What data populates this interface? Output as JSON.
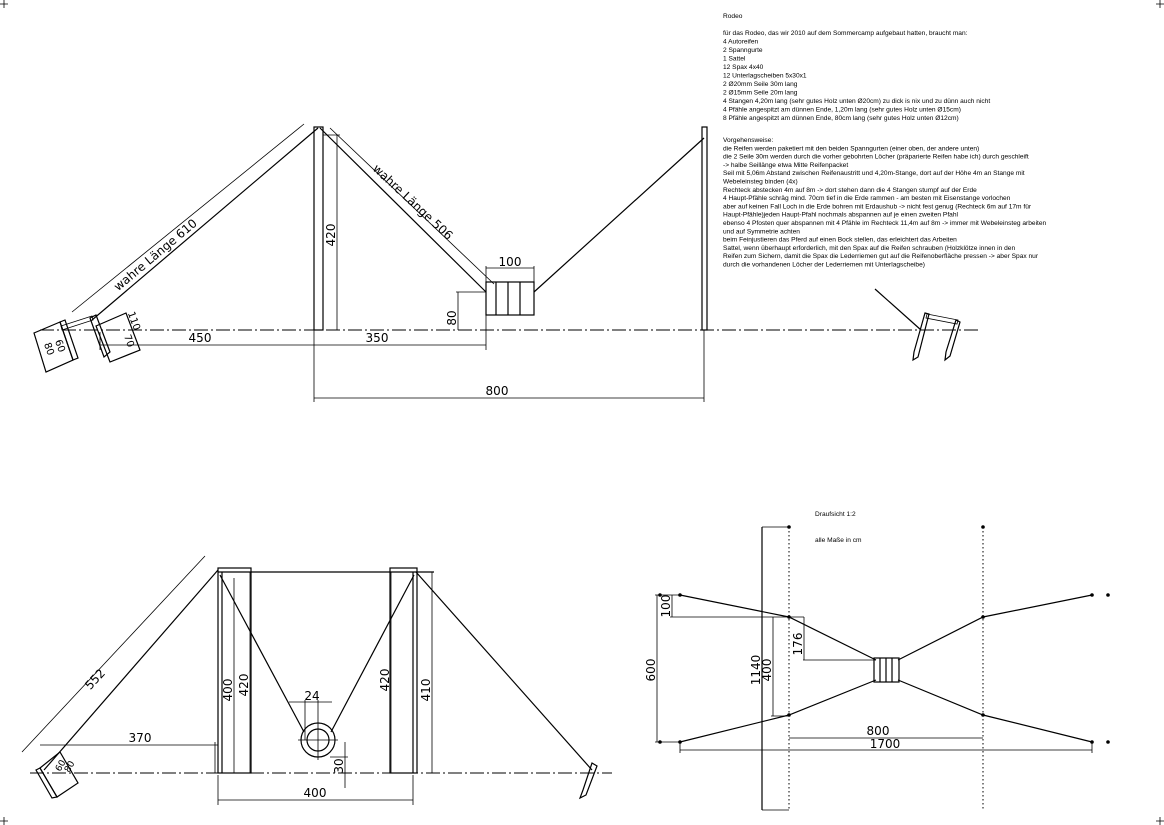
{
  "notes": {
    "title": "Rodeo",
    "materials": [
      "für das Rodeo, das wir 2010 auf dem Sommercamp aufgebaut hatten, braucht man:",
      "4 Autoreifen",
      "2 Spanngurte",
      "1 Sattel",
      "12 Spax 4x40",
      "12 Unterlagscheiben 5x30x1",
      "2 Ø20mm Seile 30m lang",
      "2 Ø15mm Seile 20m lang",
      "4 Stangen 4,20m lang (sehr gutes Holz unten Ø20cm) zu dick is nix und zu dünn auch nicht",
      "4 Pfähle angespitzt am dünnen Ende, 1,20m lang (sehr gutes Holz unten Ø15cm)",
      "8 Pfähle angespitzt am dünnen Ende, 80cm lang (sehr gutes Holz unten Ø12cm)"
    ],
    "procedure": [
      "Vorgehensweise:",
      "die Reifen werden paketiert mit den beiden Spanngurten (einer oben, der andere unten)",
      "die 2 Seile 30m werden durch die vorher gebohrten Löcher (präparierte Reifen habe ich) durch geschleift",
      "-> halbe Seillänge etwa Mitte Reifenpacket",
      "Seil mit 5,06m Abstand zwischen Reifenaustritt und 4,20m-Stange, dort auf der Höhe 4m an Stange mit",
      "Webeleinsteg binden (4x)",
      "Rechteck abstecken 4m auf 8m -> dort stehen dann die 4 Stangen stumpf auf der Erde",
      "4 Haupt-Pfähle schräg mind. 70cm tief in die Erde rammen - am besten mit Eisenstange vorlochen",
      "aber auf keinen Fall Loch in die Erde bohren mit Erdaushub -> nicht fest genug (Rechteck 6m auf 17m für",
      "Haupt-Pfähle)jeden Haupt-Pfahl nochmals abspannen auf je einen zweiten Pfahl",
      "ebenso 4 Pfosten quer abspannen mit 4 Pfähle im Rechteck 11,4m auf 8m -> immer mit Webeleinsteg arbeiten",
      "und auf Symmetrie achten",
      "beim Feinjustieren das Pferd auf einen Bock stellen, das erleichtert das Arbeiten",
      "Sattel, wenn überhaupt erforderlich, mit den Spax auf die Reifen schrauben (Holzklötze innen in den",
      "Reifen zum Sichern, damit die Spax die Lederriemen gut auf die Reifenoberfläche pressen -> aber Spax nur",
      "durch die vorhandenen Löcher der Lederriemen mit Unterlagscheibe)"
    ]
  },
  "side_view": {
    "true_length_left": "wahre Länge 610",
    "true_length_right": "wahre Länge 506",
    "dim_pole_height": "420",
    "dim_tire_width": "100",
    "dim_tire_height": "80",
    "dim_stake_110": "110",
    "dim_stake_70": "70",
    "dim_stake_80": "80",
    "dim_stake_60": "60",
    "dim_450": "450",
    "dim_350": "350",
    "dim_800": "800"
  },
  "front_view": {
    "dim_552": "552",
    "dim_370": "370",
    "dim_400_left": "400",
    "dim_420_left": "420",
    "dim_420_right": "420",
    "dim_410": "410",
    "dim_24": "24",
    "dim_30": "30",
    "dim_400_width": "400",
    "dim_stake_80": "80",
    "dim_stake_60": "60"
  },
  "plan_view": {
    "title": "Draufsicht 1:2",
    "units_note": "alle Maße in cm",
    "dim_100": "100",
    "dim_600": "600",
    "dim_176": "176",
    "dim_1140": "1140",
    "dim_400": "400",
    "dim_800": "800",
    "dim_1700": "1700"
  }
}
